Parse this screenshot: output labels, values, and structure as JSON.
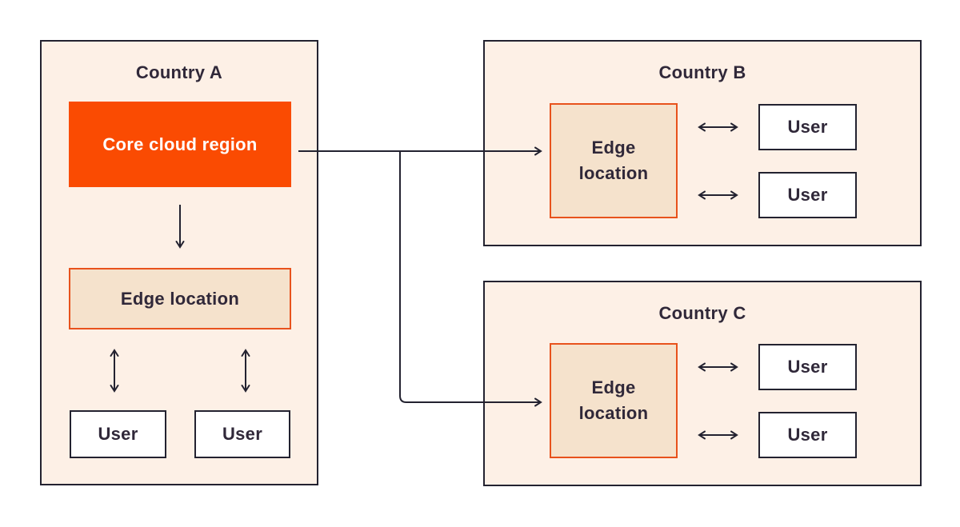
{
  "labels": {
    "country_a": "Country A",
    "country_b": "Country B",
    "country_c": "Country C",
    "core": "Core cloud region",
    "edge": "Edge location",
    "user": "User"
  },
  "colors": {
    "background": "#ffffff",
    "country_fill": "#fdf0e6",
    "outline_dark": "#232230",
    "text_dark": "#302839",
    "core_fill": "#fa4b02",
    "core_text": "#ffffff",
    "edge_fill": "#f5e2cc",
    "edge_border": "#e8521c",
    "user_fill": "#ffffff"
  },
  "connections": [
    {
      "from": "core-cloud-region",
      "to": "edge-location-a",
      "type": "one-way"
    },
    {
      "from": "core-cloud-region",
      "to": "edge-location-b",
      "type": "one-way"
    },
    {
      "from": "core-cloud-region",
      "to": "edge-location-c",
      "type": "one-way"
    },
    {
      "from": "edge-location-a",
      "to": "user-a-1",
      "type": "two-way"
    },
    {
      "from": "edge-location-a",
      "to": "user-a-2",
      "type": "two-way"
    },
    {
      "from": "edge-location-b",
      "to": "user-b-1",
      "type": "two-way"
    },
    {
      "from": "edge-location-b",
      "to": "user-b-2",
      "type": "two-way"
    },
    {
      "from": "edge-location-c",
      "to": "user-c-1",
      "type": "two-way"
    },
    {
      "from": "edge-location-c",
      "to": "user-c-2",
      "type": "two-way"
    }
  ]
}
